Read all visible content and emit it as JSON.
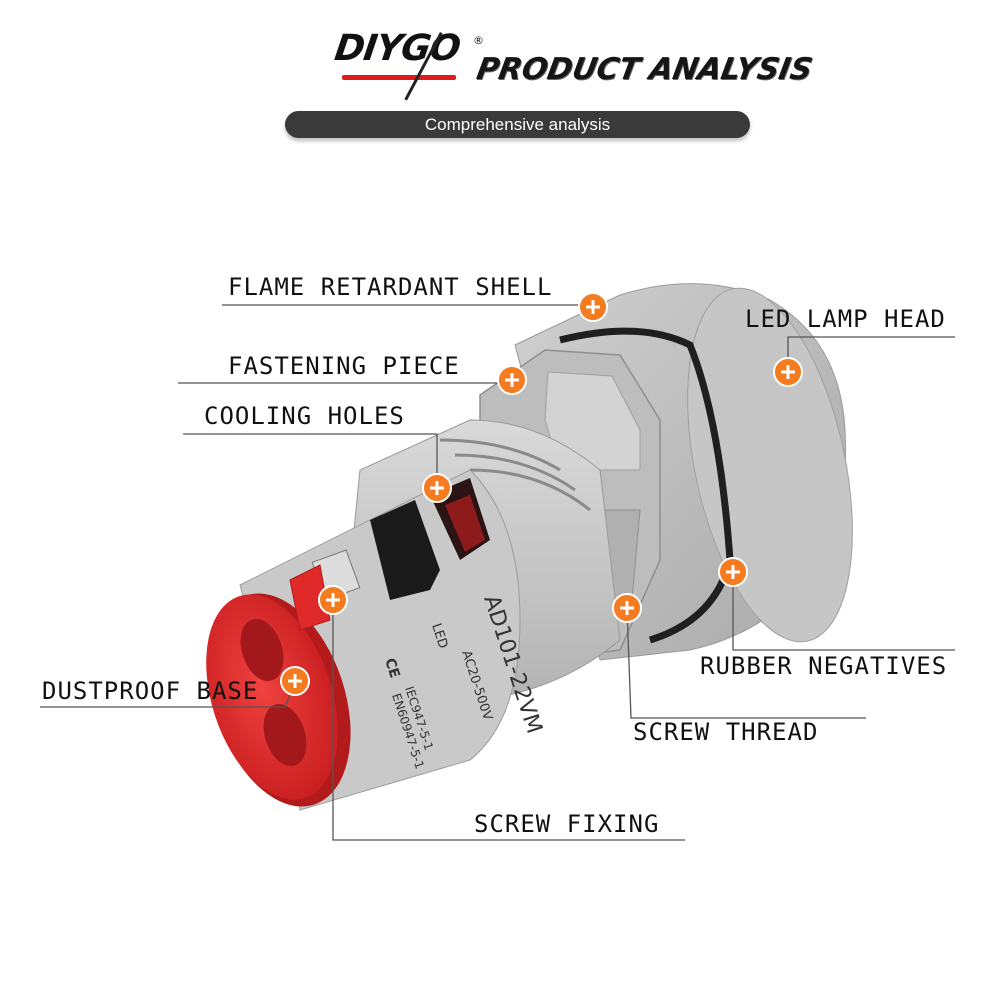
{
  "header": {
    "brand": "DIYGO",
    "brand_mark": "®",
    "title": "PRODUCT ANALYSIS",
    "subtitle": "Comprehensive analysis"
  },
  "product_markings": {
    "model": "AD101-22VM",
    "led_label": "LED",
    "rating": "AC20-500V",
    "std1": "IEC947-5-1",
    "std2": "EN60947-5-1",
    "ce": "CE"
  },
  "callouts": {
    "flame_retardant_shell": "FLAME RETARDANT SHELL",
    "led_lamp_head": "LED LAMP HEAD",
    "fastening_piece": "FASTENING PIECE",
    "cooling_holes": "COOLING HOLES",
    "rubber_negatives": "RUBBER NEGATIVES",
    "dustproof_base": "DUSTPROOF BASE",
    "screw_thread": "SCREW THREAD",
    "screw_fixing": "SCREW FIXING"
  },
  "colors": {
    "accent": "#f47b20",
    "base_red": "#e5282a",
    "shell_grey": "#c3c3c3",
    "header_bar": "#3a3a3a",
    "logo_red": "#e01a1a"
  },
  "icons": {
    "marker": "plus-circle-icon"
  }
}
